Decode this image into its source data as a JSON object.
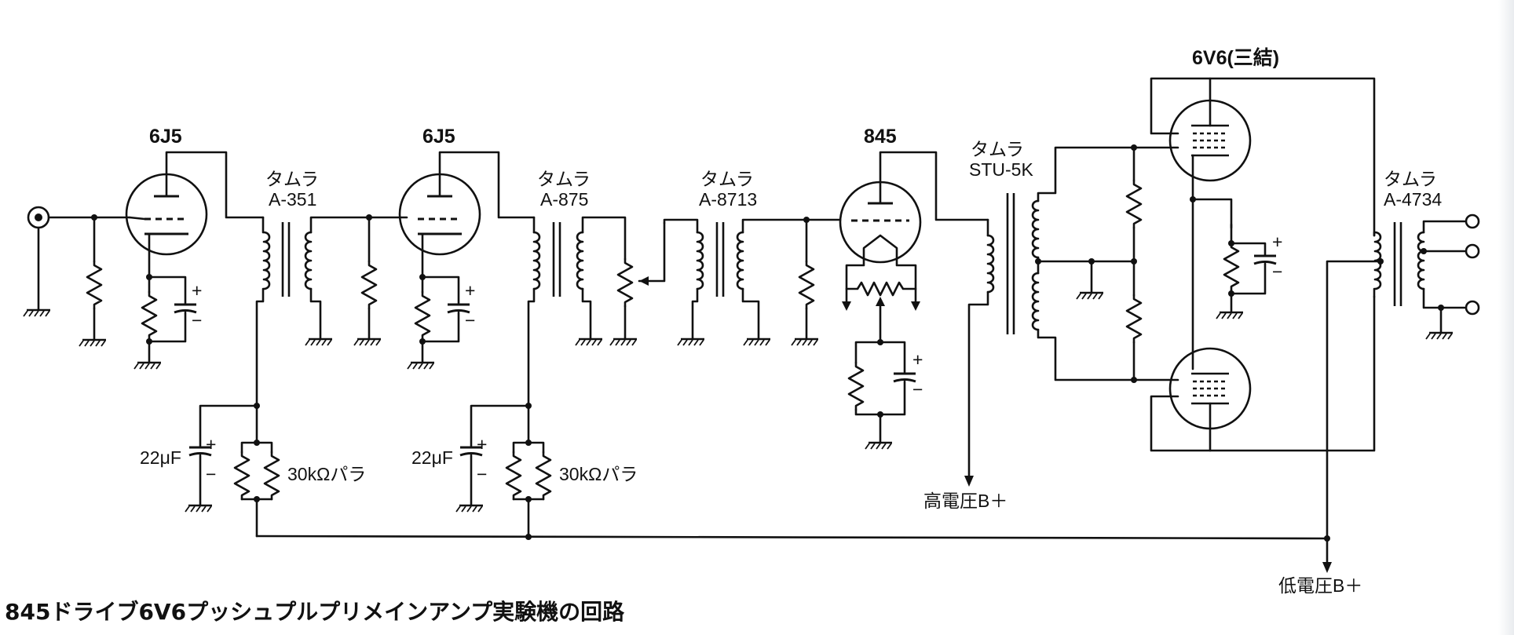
{
  "caption": "845ドライブ6V6プッシュプルプリメインアンプ実験機の回路",
  "tubes": {
    "stage1": "6J5",
    "stage2": "6J5",
    "driver": "845",
    "output": "6V6(三結)"
  },
  "transformers": {
    "t1": {
      "maker": "タムラ",
      "model": "A-351"
    },
    "t2": {
      "maker": "タムラ",
      "model": "A-875"
    },
    "t3": {
      "maker": "タムラ",
      "model": "A-8713"
    },
    "t4": {
      "maker": "タムラ",
      "model": "STU-5K"
    },
    "t5": {
      "maker": "タムラ",
      "model": "A-4734"
    }
  },
  "decoupling": {
    "cap1": "22μF",
    "res1": "30kΩパラ",
    "cap2": "22μF",
    "res2": "30kΩパラ"
  },
  "polarity": {
    "plus": "+",
    "minus": "−"
  },
  "supply": {
    "high": "高電圧B＋",
    "low": "低電圧B＋"
  }
}
